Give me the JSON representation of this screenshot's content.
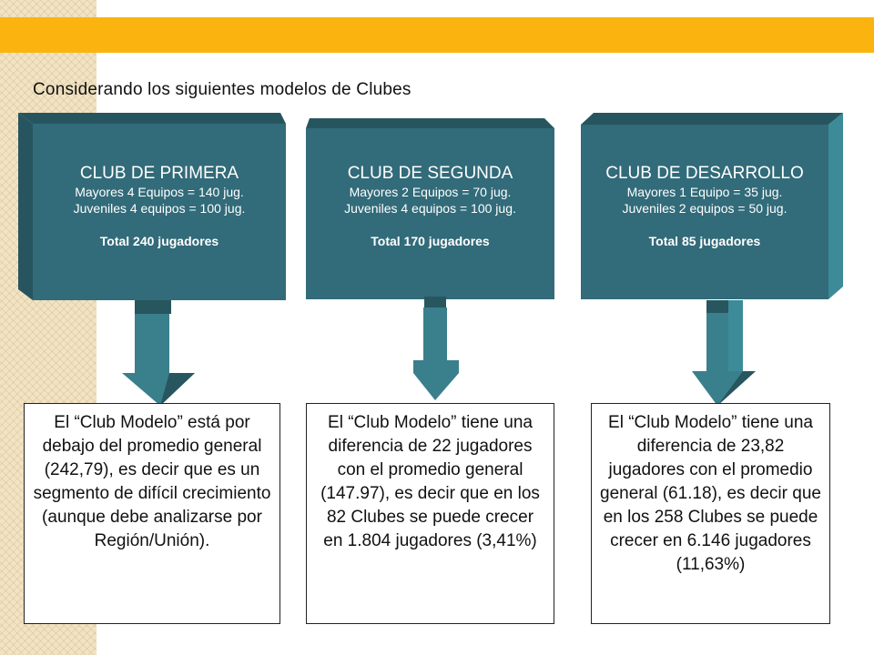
{
  "intro": "Considerando los siguientes modelos de Clubes",
  "colors": {
    "box_face": "#326b79",
    "box_top": "#27555f",
    "box_side": "#3d8a98",
    "arrow_main": "#3a7f8c",
    "arrow_dark": "#27565f",
    "band": "#fbb40f"
  },
  "clubs": [
    {
      "title": "CLUB DE PRIMERA",
      "line1": "Mayores 4 Equipos = 140 jug.",
      "line2": "Juveniles 4 equipos = 100 jug.",
      "total": "Total 240 jugadores"
    },
    {
      "title": "CLUB DE SEGUNDA",
      "line1": "Mayores 2 Equipos = 70 jug.",
      "line2": "Juveniles 4 equipos = 100 jug.",
      "total": "Total 170 jugadores"
    },
    {
      "title": "CLUB DE DESARROLLO",
      "line1": "Mayores 1 Equipo = 35 jug.",
      "line2": "Juveniles 2 equipos = 50 jug.",
      "total": "Total 85 jugadores"
    }
  ],
  "notes": [
    {
      "text": "El “Club Modelo” está por debajo del promedio general (242,79), es decir que es un segmento de difícil crecimiento (aunque debe analizarse por Región/Unión)."
    },
    {
      "text": "El “Club Modelo” tiene una diferencia de 22 jugadores con el promedio general (147.97), es decir que en los 82 Clubes se puede crecer en 1.804 jugadores (3,41%)"
    },
    {
      "text": "El “Club Modelo” tiene una diferencia de 23,82 jugadores con el promedio general (61.18), es decir que en los 258 Clubes se puede crecer en 6.146 jugadores (11,63%)"
    }
  ]
}
